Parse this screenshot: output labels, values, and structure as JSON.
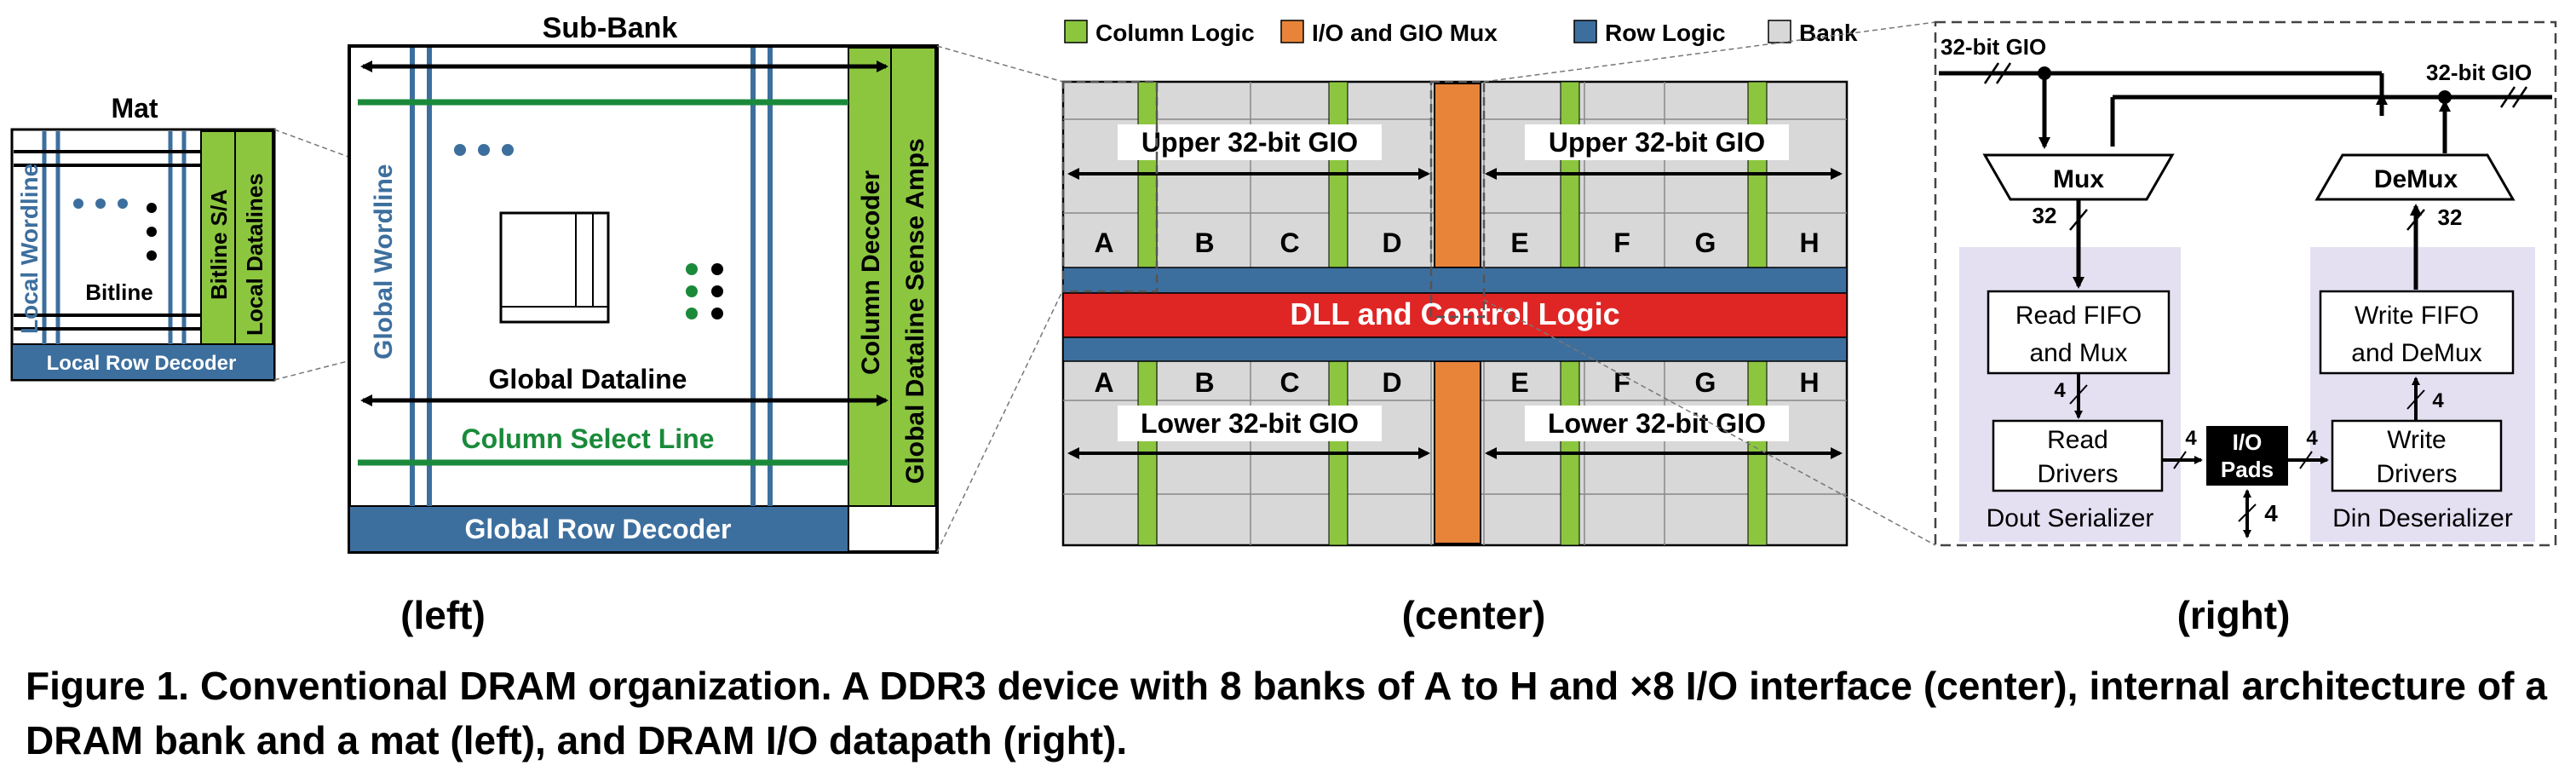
{
  "colors": {
    "logic_green": "#8cc63f",
    "global_green": "#1a8a3a",
    "io_orange": "#e8843a",
    "row_blue": "#3d6f9e",
    "bank_gray": "#d8d8d8",
    "dll_red": "#e02525",
    "serializer_lavender": "#e4e0f2"
  },
  "mat": {
    "title": "Mat",
    "local_wordline": "Local Wordline",
    "bitline": "Bitline",
    "bitline_sa": "Bitline S/A",
    "local_datalines": "Local Datalines",
    "local_row_decoder": "Local Row Decoder"
  },
  "subbank": {
    "title": "Sub-Bank",
    "global_wordline": "Global Wordline",
    "global_dataline": "Global Dataline",
    "column_select_line": "Column Select Line",
    "column_decoder": "Column Decoder",
    "global_dataline_sense_amps": "Global Dataline Sense Amps",
    "global_row_decoder": "Global Row Decoder"
  },
  "center": {
    "legend": [
      "Column Logic",
      "I/O and GIO Mux",
      "Row Logic",
      "Bank"
    ],
    "upper_gio": "Upper 32-bit GIO",
    "lower_gio": "Lower 32-bit GIO",
    "dll": "DLL and Control Logic",
    "banks": [
      "A",
      "B",
      "C",
      "D",
      "E",
      "F",
      "G",
      "H"
    ]
  },
  "right": {
    "gio_left": "32-bit GIO",
    "gio_right": "32-bit GIO",
    "mux": "Mux",
    "demux": "DeMux",
    "bus_width_32": "32",
    "read_fifo": [
      "Read FIFO",
      "and Mux"
    ],
    "write_fifo": [
      "Write FIFO",
      "and DeMux"
    ],
    "read_drivers": [
      "Read",
      "Drivers"
    ],
    "write_drivers": [
      "Write",
      "Drivers"
    ],
    "io_pads": [
      "I/O",
      "Pads"
    ],
    "bus_width_4": "4",
    "dout_serializer": "Dout Serializer",
    "din_deserializer": "Din Deserializer"
  },
  "labels": {
    "left": "(left)",
    "center": "(center)",
    "right": "(right)"
  },
  "caption": "Figure 1. Conventional DRAM organization. A DDR3 device with 8 banks of A to H and ×8 I/O interface (center), internal architecture of a DRAM bank and a mat (left), and DRAM I/O datapath (right)."
}
